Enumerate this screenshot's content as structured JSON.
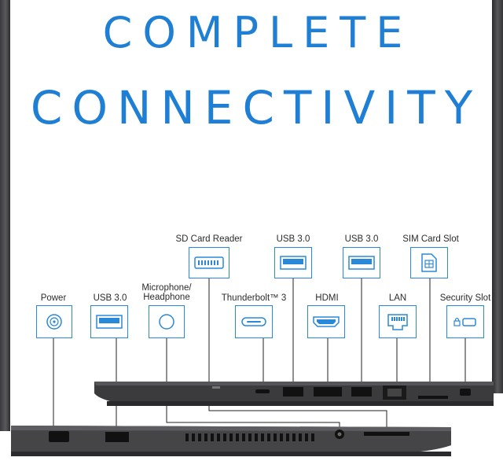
{
  "headline": {
    "line1": "COMPLETE",
    "line2": "CONNECTIVITY"
  },
  "colors": {
    "accent": "#1f7fd4",
    "box_border": "#2a88d8",
    "laptop": "#3a3a3c"
  },
  "ports": {
    "sd_card_reader": {
      "label": "SD Card Reader",
      "icon": "sd-card-icon"
    },
    "usb_top_a": {
      "label": "USB 3.0",
      "icon": "usb-icon"
    },
    "usb_top_b": {
      "label": "USB 3.0",
      "icon": "usb-icon"
    },
    "sim_card_slot": {
      "label": "SIM Card Slot",
      "icon": "sim-card-icon"
    },
    "power": {
      "label": "Power",
      "icon": "power-jack-icon"
    },
    "usb_left": {
      "label": "USB 3.0",
      "icon": "usb-icon"
    },
    "mic_headphone": {
      "label_line1": "Microphone/",
      "label_line2": "Headphone",
      "icon": "audio-jack-icon"
    },
    "thunderbolt": {
      "label": "Thunderbolt™ 3",
      "icon": "usb-c-icon"
    },
    "hdmi": {
      "label": "HDMI",
      "icon": "hdmi-icon"
    },
    "lan": {
      "label": "LAN",
      "icon": "ethernet-icon"
    },
    "security_slot": {
      "label": "Security Slot",
      "icon": "lock-slot-icon"
    }
  }
}
